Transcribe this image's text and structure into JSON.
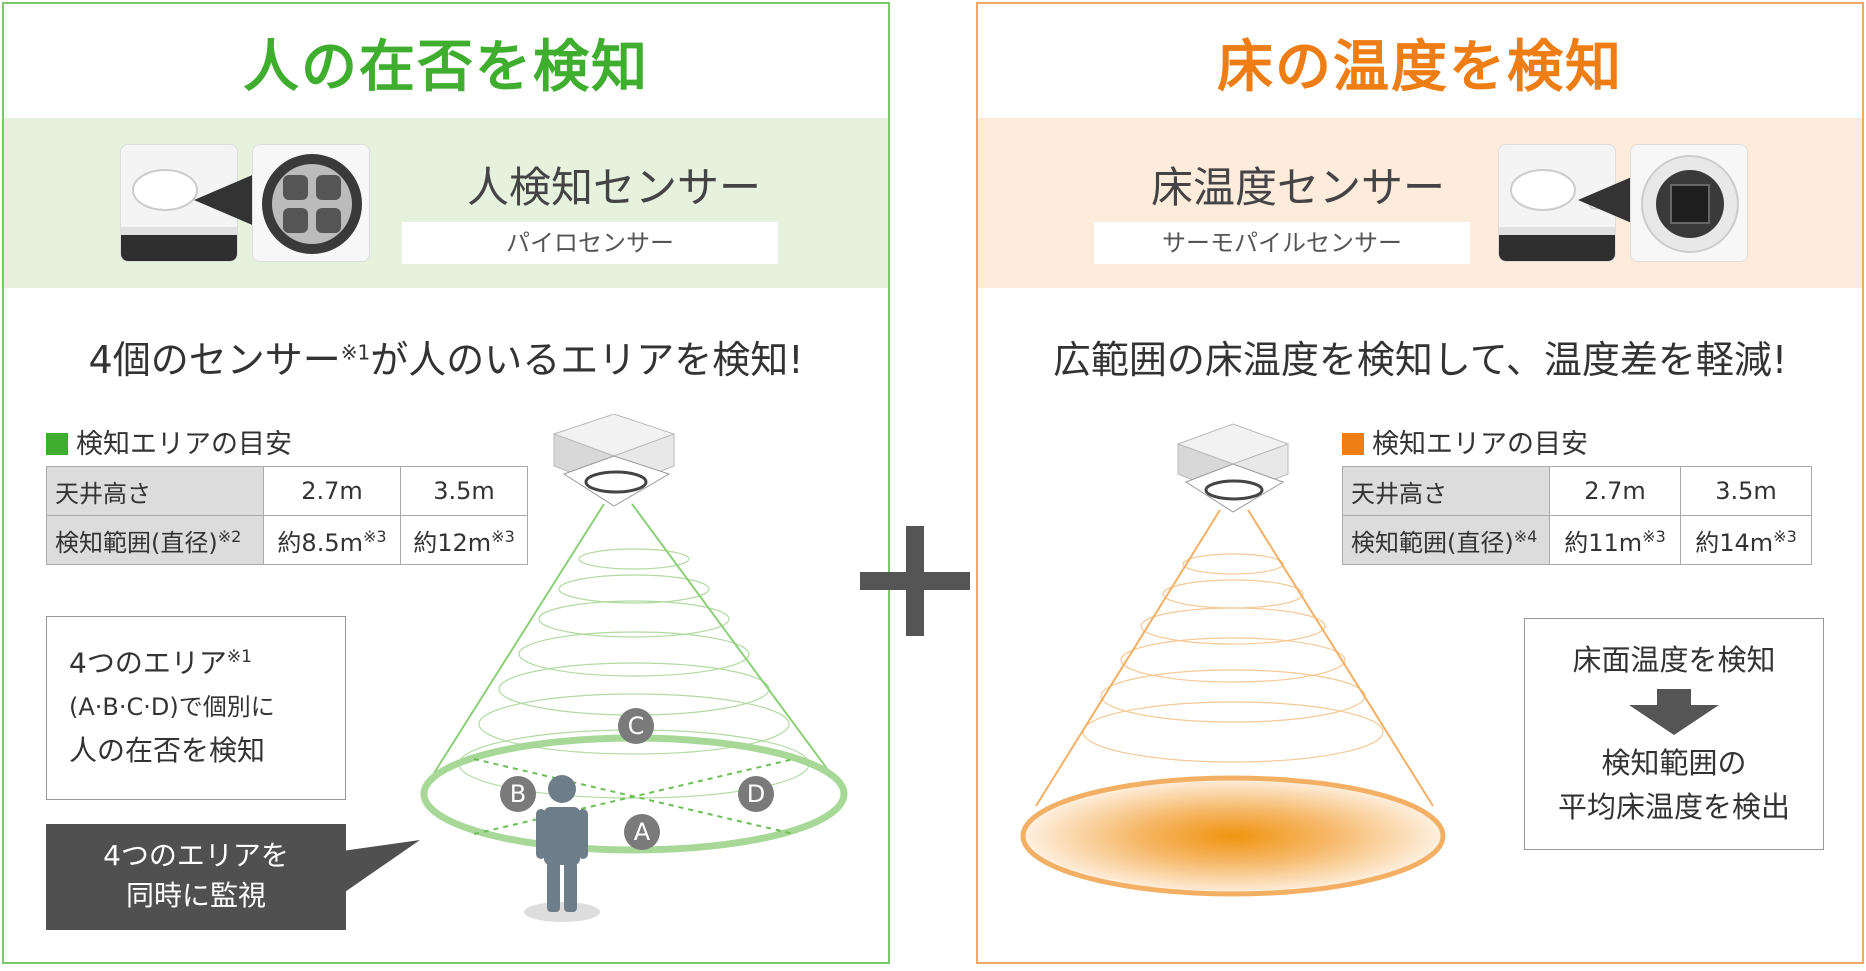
{
  "left": {
    "title": "人の在否を検知",
    "sensor_title": "人検知センサー",
    "sensor_subtitle": "パイロセンサー",
    "headline_pre": "4個のセンサー",
    "headline_note": "※1",
    "headline_post": "が人のいるエリアを検知!",
    "table_label": "検知エリアの目安",
    "table": {
      "row1": [
        "天井高さ",
        "2.7m",
        "3.5m"
      ],
      "row2_head": "検知範囲(直径)",
      "row2_head_note": "※2",
      "row2_val1": "約8.5m",
      "row2_val2": "約12m",
      "row2_val_note": "※3"
    },
    "info_line1": "4つのエリア",
    "info_line1_note": "※1",
    "info_line2": "(A·B·C·D)で個別に",
    "info_line3": "人の在否を検知",
    "callout_line1": "4つのエリアを",
    "callout_line2": "同時に監視",
    "areas": [
      "A",
      "B",
      "C",
      "D"
    ],
    "accent": "#3fae2f"
  },
  "right": {
    "title": "床の温度を検知",
    "sensor_title": "床温度センサー",
    "sensor_subtitle": "サーモパイルセンサー",
    "headline": "広範囲の床温度を検知して、温度差を軽減!",
    "table_label": "検知エリアの目安",
    "table": {
      "row1": [
        "天井高さ",
        "2.7m",
        "3.5m"
      ],
      "row2_head": "検知範囲(直径)",
      "row2_head_note": "※4",
      "row2_val1": "約11m",
      "row2_val2": "約14m",
      "row2_val_note": "※3"
    },
    "flow_top": "床面温度を検知",
    "flow_bottom_line1": "検知範囲の",
    "flow_bottom_line2": "平均床温度を検出",
    "accent": "#ee7d14"
  }
}
